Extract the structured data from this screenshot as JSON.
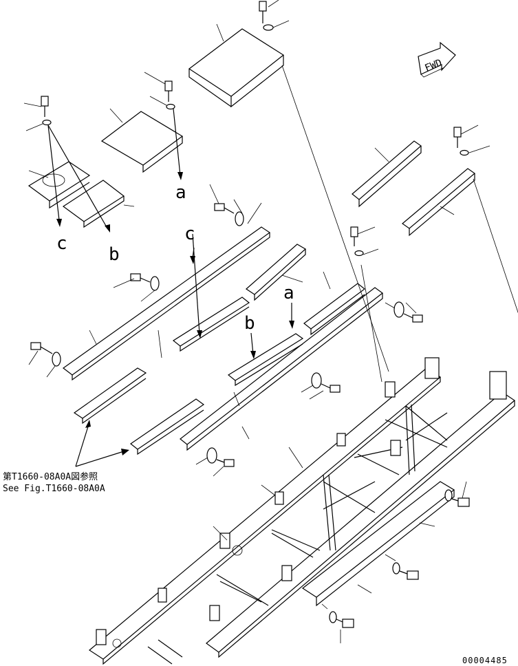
{
  "callouts": {
    "a1": "a",
    "a2": "a",
    "b1": "b",
    "b2": "b",
    "c1": "c",
    "c2": "c"
  },
  "reference": {
    "jp": "第T1660-08A0A図参照",
    "en": "See Fig.T1660-08A0A"
  },
  "fwd_label": "FWD",
  "drawing_number": "00004485"
}
